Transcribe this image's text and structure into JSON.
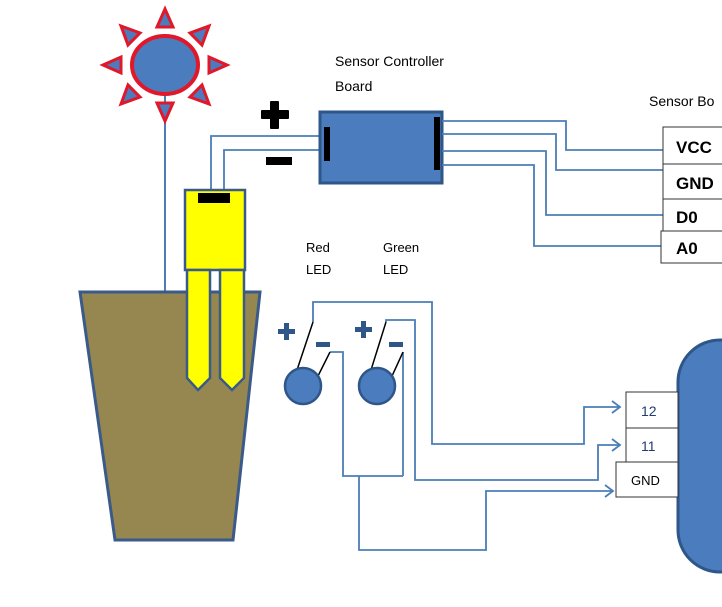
{
  "labels": {
    "controller_line1": "Sensor Controller",
    "controller_line2": "Board",
    "sensor_board": "Sensor Bo",
    "red_led_line1": "Red",
    "red_led_line2": "LED",
    "green_led_line1": "Green",
    "green_led_line2": "LED"
  },
  "sensor_pins": [
    "VCC",
    "GND",
    "D0",
    "A0"
  ],
  "arduino_pins": [
    "12",
    "11",
    "GND"
  ],
  "colors": {
    "wire": "#4a7eb5",
    "board_fill": "#4a7cbe",
    "board_stroke": "#2e5689",
    "sun_fill": "#4a7cbe",
    "sun_rays": "#e0182a",
    "pot_fill": "#968650",
    "pot_stroke": "#3a5a8a",
    "probe_fill": "#ffff00",
    "led_fill": "#4a7cbe",
    "plus_minus": "#000000",
    "led_sign": "#2e5689"
  }
}
